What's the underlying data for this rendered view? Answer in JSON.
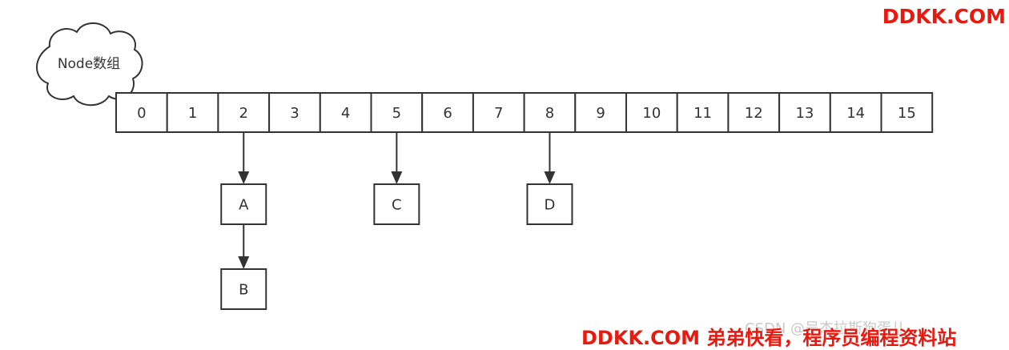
{
  "cloud_label": "Node数组",
  "array_cells": [
    "0",
    "1",
    "2",
    "3",
    "4",
    "5",
    "6",
    "7",
    "8",
    "9",
    "10",
    "11",
    "12",
    "13",
    "14",
    "15"
  ],
  "chains": [
    {
      "index": 2,
      "nodes": [
        "A",
        "B"
      ]
    },
    {
      "index": 5,
      "nodes": [
        "C"
      ]
    },
    {
      "index": 8,
      "nodes": [
        "D"
      ]
    }
  ],
  "watermarks": {
    "top": "DDKK.COM",
    "csdn": "CSDN @吴杰拉斯狗蛋儿",
    "bottom": "DDKK.COM 弟弟快看，程序员编程资料站"
  },
  "colors": {
    "stroke": "#333333",
    "watermark_red": "#e8190f"
  }
}
